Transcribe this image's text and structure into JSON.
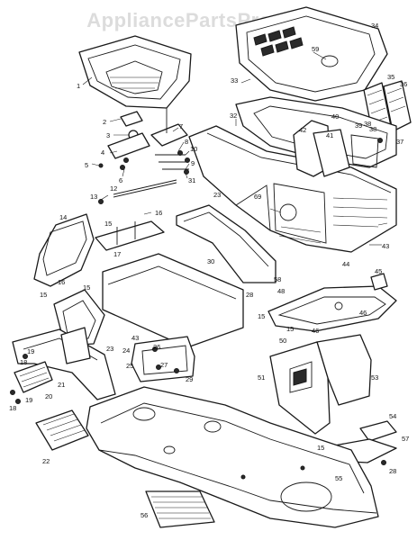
{
  "watermark": "AppliancePartsPros.com",
  "callouts": {
    "c1": "1",
    "c2": "2",
    "c3": "3",
    "c4": "4",
    "c5": "5",
    "c6": "6",
    "c7": "7",
    "c8": "8",
    "c9": "9",
    "c10": "10",
    "c12": "12",
    "c13": "13",
    "c14": "14",
    "c15a": "15",
    "c15b": "15",
    "c15c": "15",
    "c15d": "15",
    "c15e": "15",
    "c16a": "16",
    "c16b": "16",
    "c17": "17",
    "c18a": "18",
    "c18b": "18",
    "c19a": "19",
    "c19b": "19",
    "c20": "20",
    "c21": "21",
    "c22": "22",
    "c23a": "23",
    "c23b": "23",
    "c24": "24",
    "c25": "25",
    "c26": "26",
    "c27": "27",
    "c28a": "28",
    "c28b": "28",
    "c29": "29",
    "c30": "30",
    "c31": "31",
    "c32": "32",
    "c33": "33",
    "c34": "34",
    "c35": "35",
    "c36": "36",
    "c37": "37",
    "c38a": "38",
    "c38b": "38",
    "c39": "39",
    "c40": "40",
    "c41": "41",
    "c42": "42",
    "c43a": "43",
    "c43b": "43",
    "c44": "44",
    "c45": "45",
    "c46a": "46",
    "c46b": "46",
    "c48": "48",
    "c50": "50",
    "c51": "51",
    "c53": "53",
    "c54": "54",
    "c55": "55",
    "c56": "56",
    "c57": "57",
    "c58": "58",
    "c59": "59",
    "c69": "69"
  }
}
